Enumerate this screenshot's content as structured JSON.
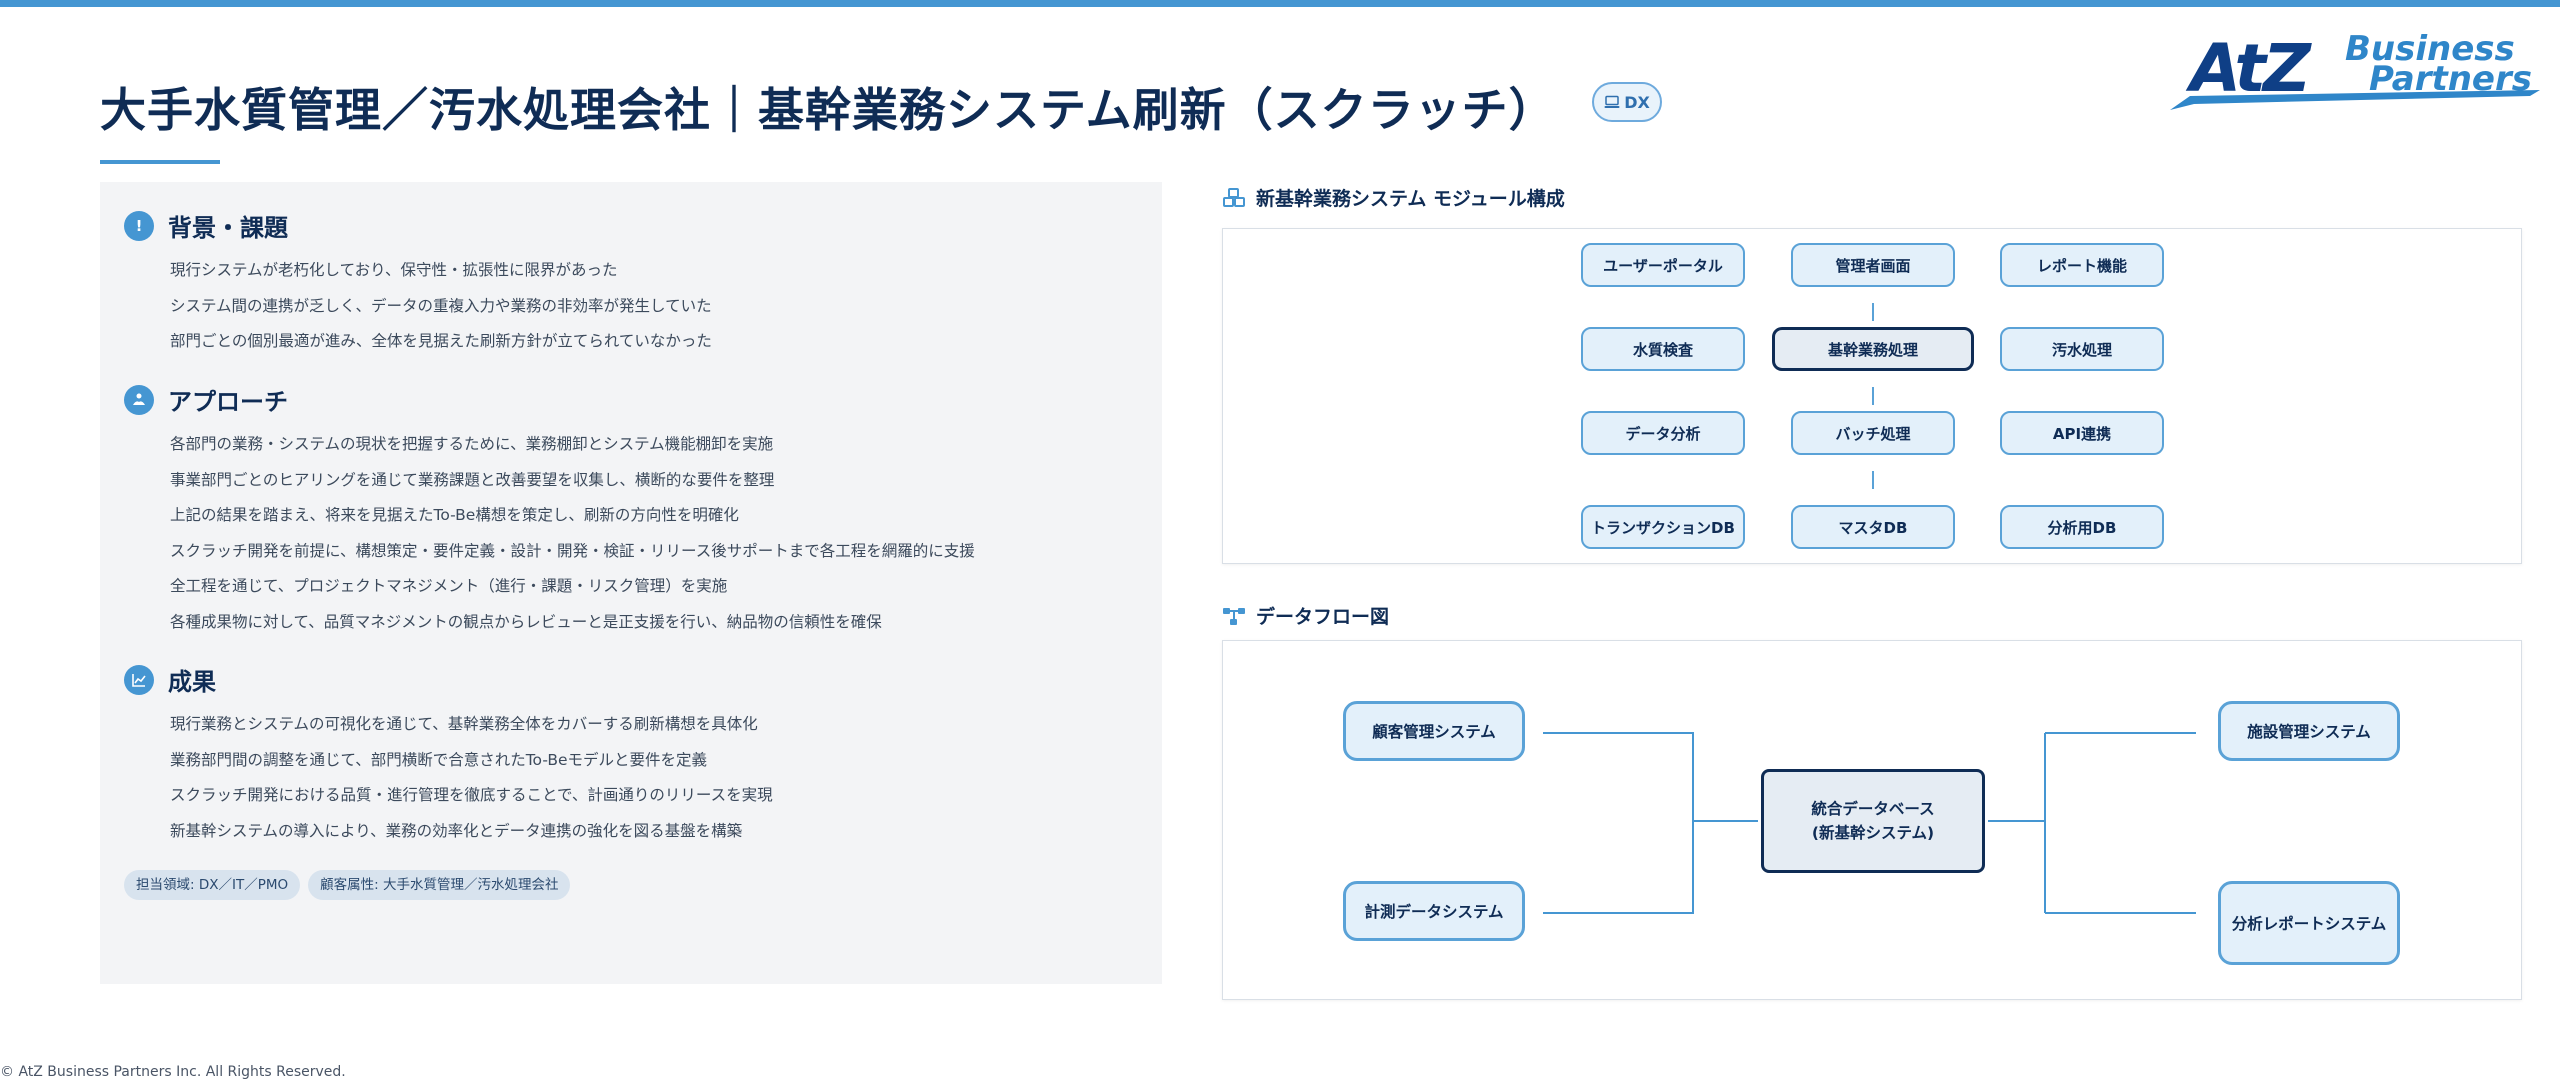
{
  "header": {
    "title": "大手水質管理／汚水処理会社｜基幹業務システム刷新（スクラッチ）",
    "badge_label": "DX",
    "logo_main": "AtZ",
    "logo_sub_1": "Business",
    "logo_sub_2": "Partners"
  },
  "left": {
    "sections": [
      {
        "title": "背景・課題",
        "icon": "exclamation-icon",
        "items": [
          "現行システムが老朽化しており、保守性・拡張性に限界があった",
          "システム間の連携が乏しく、データの重複入力や業務の非効率が発生していた",
          "部門ごとの個別最適が進み、全体を見据えた刷新方針が立てられていなかった"
        ]
      },
      {
        "title": "アプローチ",
        "icon": "handshake-icon",
        "items": [
          "各部門の業務・システムの現状を把握するために、業務棚卸とシステム機能棚卸を実施",
          "事業部門ごとのヒアリングを通じて業務課題と改善要望を収集し、横断的な要件を整理",
          "上記の結果を踏まえ、将来を見据えたTo-Be構想を策定し、刷新の方向性を明確化",
          "スクラッチ開発を前提に、構想策定・要件定義・設計・開発・検証・リリース後サポートまで各工程を網羅的に支援",
          "全工程を通じて、プロジェクトマネジメント（進行・課題・リスク管理）を実施",
          "各種成果物に対して、品質マネジメントの観点からレビューと是正支援を行い、納品物の信頼性を確保"
        ]
      },
      {
        "title": "成果",
        "icon": "chart-line-icon",
        "items": [
          "現行業務とシステムの可視化を通じて、基幹業務全体をカバーする刷新構想を具体化",
          "業務部門間の調整を通じて、部門横断で合意されたTo-Beモデルと要件を定義",
          "スクラッチ開発における品質・進行管理を徹底することで、計画通りのリリースを実現",
          "新基幹システムの導入により、業務の効率化とデータ連携の強化を図る基盤を構築"
        ]
      }
    ],
    "tags": [
      "担当領域: DX／IT／PMO",
      "顧客属性: 大手水質管理／汚水処理会社"
    ]
  },
  "modules": {
    "heading": "新基幹業務システム モジュール構成",
    "rows": [
      [
        "ユーザーポータル",
        "管理者画面",
        "レポート機能"
      ],
      [
        "水質検査",
        "基幹業務処理",
        "汚水処理"
      ],
      [
        "データ分析",
        "バッチ処理",
        "API連携"
      ],
      [
        "トランザクションDB",
        "マスタDB",
        "分析用DB"
      ]
    ]
  },
  "dataflow": {
    "heading": "データフロー図",
    "left_nodes": [
      "顧客管理システム",
      "計測データシステム"
    ],
    "center_line1": "統合データベース",
    "center_line2": "(新基幹システム)",
    "right_nodes": [
      "施設管理システム",
      "分析レポートシステム"
    ]
  },
  "footer": {
    "copyright": "© AtZ Business Partners Inc. All Rights Reserved."
  },
  "colors": {
    "accent": "#4596d2",
    "navy": "#0f2c55",
    "panel": "#f3f4f6"
  }
}
